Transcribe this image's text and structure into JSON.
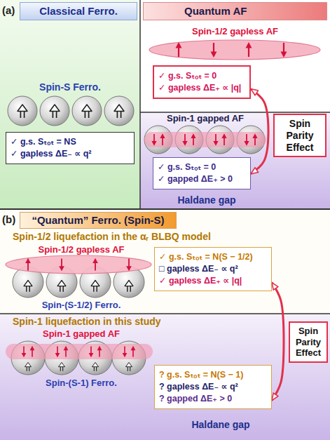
{
  "diagram": {
    "nodes": [
      {
        "text": [
          "Classical Ferro."
        ]
      },
      {
        "text": [
          "✓ g.s. Sₜₒₜ = NS",
          "✓ gapless ΔE₋ ∝ q²"
        ],
        "in": 0
      },
      {
        "text": [
          "Quantum AF"
        ]
      },
      {
        "text": [
          "✓ g.s. Sₜₒₜ = 0",
          "✓ gapless ΔE₊ ∝ |q|"
        ],
        "in": 2
      },
      {
        "text": [
          "Spin-1 gapped AF",
          "Haldane gap"
        ],
        "in": 2
      },
      {
        "text": [
          "✓ g.s. Sₜₒₜ = 0",
          "✓ gapped ΔE₊ > 0"
        ],
        "in": 4
      },
      {
        "text": [
          "Spin Parity Effect"
        ],
        "in": 2
      },
      {
        "text": [
          "“Quantum” Ferro. (Spin-S)"
        ]
      },
      {
        "text": [
          "✓ g.s. Sₜₒₜ = N(S − 1/2)",
          "□ gapless ΔE₋ ∝ q²",
          "✓ gapless ΔE₊ ∝ |q|"
        ],
        "in": 7
      },
      {
        "text": [
          "Haldane gap"
        ],
        "in": 7
      },
      {
        "text": [
          "? g.s. Sₜₒₜ = N(S − 1)",
          "? gapless ΔE₋ ∝ q²",
          "? gapped ΔE₊ > 0"
        ],
        "in": 9
      },
      {
        "text": [
          "Spin Parity Effect"
        ],
        "in": 7
      }
    ],
    "edges": [
      {
        "from": 3,
        "to": 5,
        "arrow": "both"
      },
      {
        "from": 8,
        "to": 10,
        "arrow": "both"
      }
    ],
    "labels": [
      "(a)",
      "Spin-1/2 gapless AF",
      "Spin-S Ferro.",
      "(b)",
      "Spin-1/2 liquefaction in the αᵣ BLBQ model",
      "Spin-1/2 gapless AF",
      "Spin-(S-1/2) Ferro.",
      "Spin-1 liquefaction in this study",
      "Spin-1 gapped AF",
      "Spin-(S-1) Ferro."
    ]
  }
}
